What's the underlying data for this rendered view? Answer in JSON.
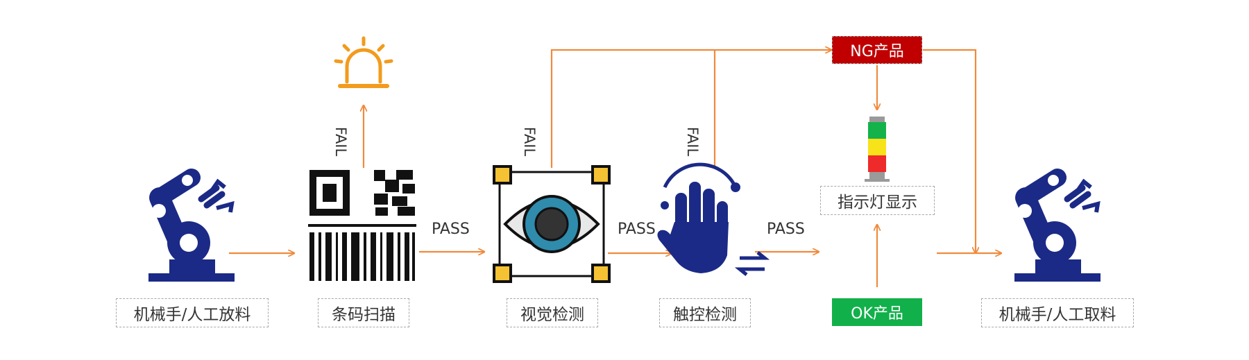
{
  "stations": {
    "load": "机械手/人工放料",
    "scan": "条码扫描",
    "vision": "视觉检测",
    "touch": "触控检测",
    "indicator": "指示灯显示",
    "unload": "机械手/人工取料"
  },
  "products": {
    "ng": "NG产品",
    "ok": "OK产品"
  },
  "flow_labels": {
    "pass": "PASS",
    "fail": "FAIL"
  },
  "colors": {
    "arrow": "#ef8a3c",
    "navy": "#1b2a86",
    "ng": "#c00000",
    "ok": "#12b04a",
    "alarm": "#f29b1d"
  },
  "icons": [
    "robot-arm-icon",
    "qr-barcode-icon",
    "alarm-beacon-icon",
    "eye-scan-icon",
    "touch-hand-icon",
    "signal-tower-icon"
  ]
}
